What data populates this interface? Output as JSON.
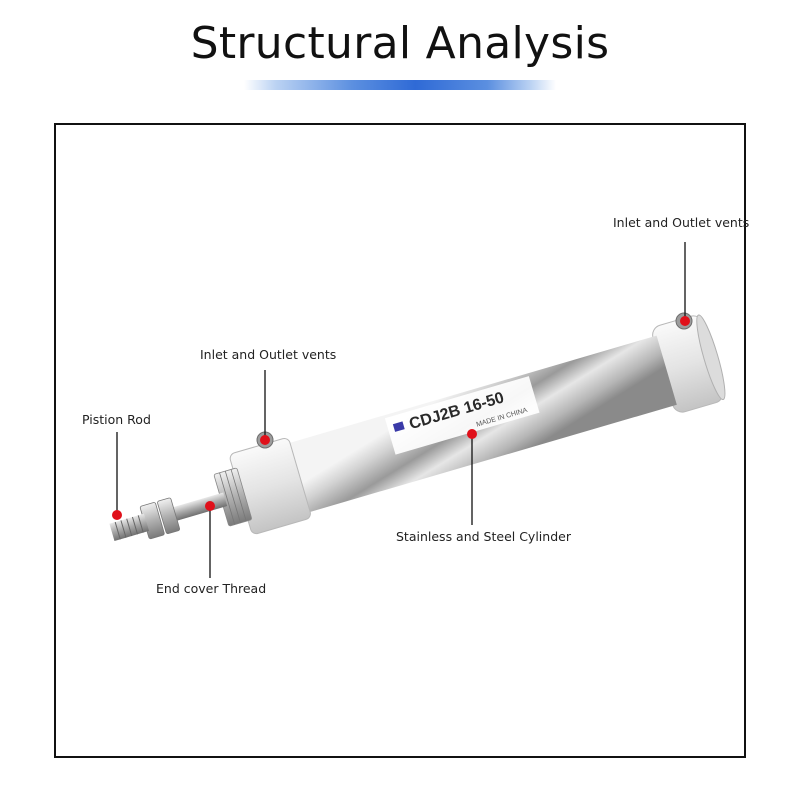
{
  "title": "Structural Analysis",
  "colors": {
    "marker": "#e0101a",
    "leader_line": "#111111",
    "title_accent": "#2f6ad6",
    "frame_border": "#111111"
  },
  "product": {
    "model_label": "CDJ2B 16-50",
    "origin_label": "MADE IN CHINA"
  },
  "callouts": {
    "inlet_outlet_right": "Inlet and Outlet vents",
    "inlet_outlet_left": "Inlet and Outlet vents",
    "piston_rod": "Pistion Rod",
    "cylinder": "Stainless and Steel Cylinder",
    "end_cover_thread": "End cover Thread"
  }
}
